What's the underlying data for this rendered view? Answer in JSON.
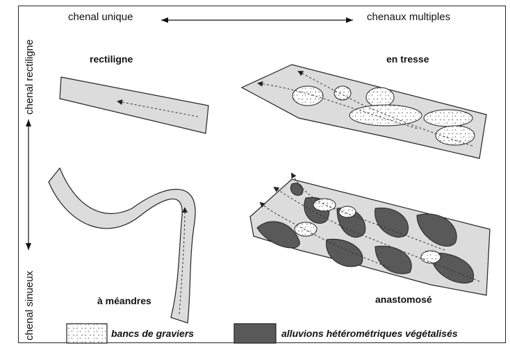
{
  "axes": {
    "top_left": "chenal unique",
    "top_right": "chenaux multiples",
    "left_top": "chenal rectiligne",
    "left_bottom": "chenal sinueux"
  },
  "panels": {
    "straight": "rectiligne",
    "braided": "en tresse",
    "meandering": "à méandres",
    "anastomosing": "anastomosé"
  },
  "legend": {
    "gravel": "bancs de graviers",
    "alluvium": "alluvions hétérométriques végétalisés"
  },
  "colors": {
    "channel_fill": "#dcdcdc",
    "vegetated": "#595959",
    "gravel": "#ffffff",
    "line": "#222222"
  }
}
